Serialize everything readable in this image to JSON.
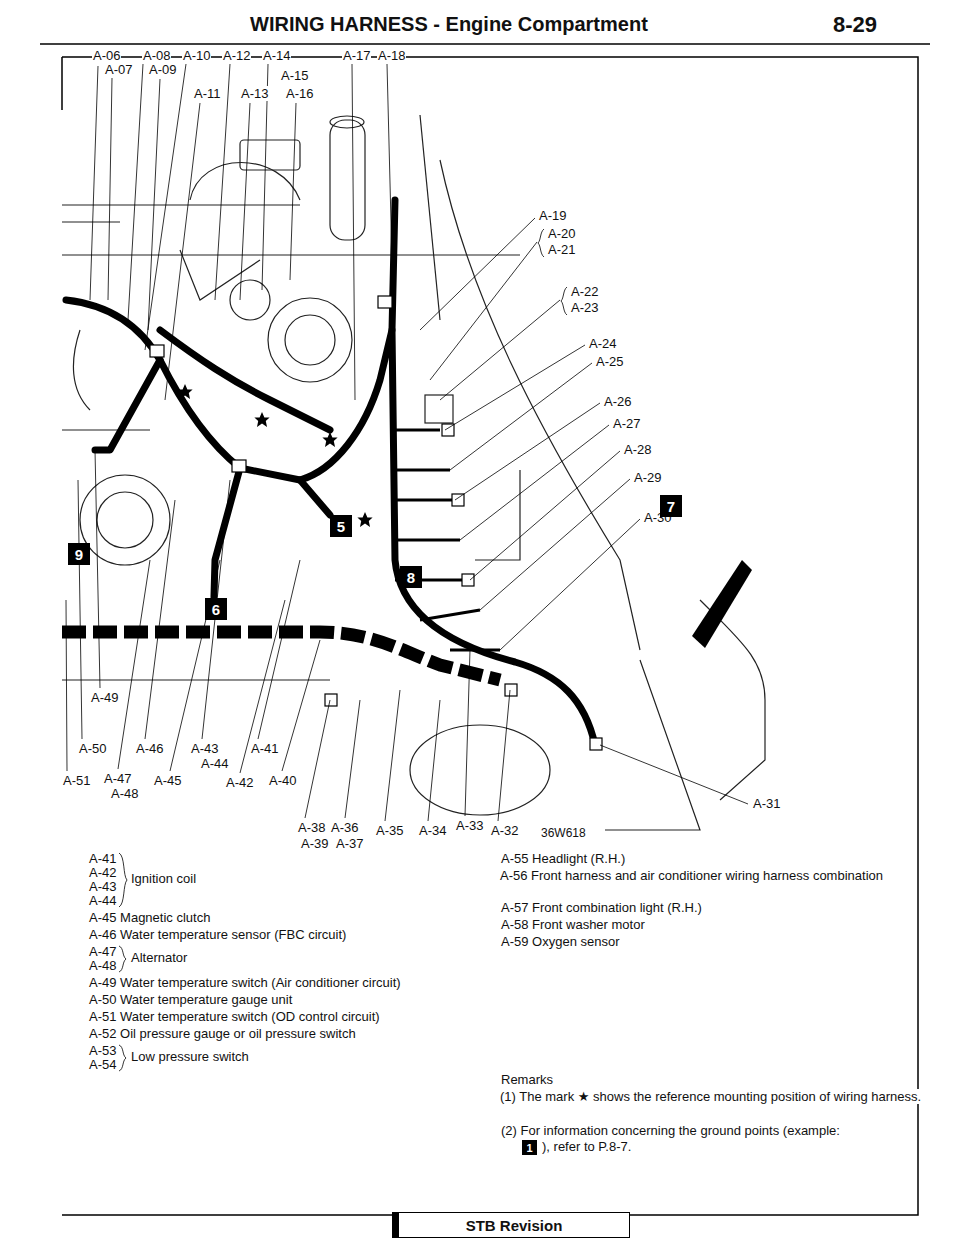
{
  "diagram": {
    "title": "WIRING HARNESS - Engine Compartment",
    "nodes": [
      {
        "text": [
          "7"
        ]
      },
      {
        "text": [
          "5"
        ]
      },
      {
        "text": [
          "9"
        ]
      },
      {
        "text": [
          "8"
        ]
      },
      {
        "text": [
          "6"
        ]
      },
      {
        "text": [
          "1"
        ]
      },
      {
        "text": [
          "STB Revision"
        ]
      }
    ],
    "labels": [
      "8-29",
      "A-06",
      "A-07",
      "A-08",
      "A-09",
      "A-10",
      "A-12",
      "A-14",
      "A-17",
      "A-18",
      "A-15",
      "A-11",
      "A-13",
      "A-16",
      "A-19",
      "A-20",
      "A-21",
      "A-22",
      "A-23",
      "A-24",
      "A-25",
      "A-26",
      "A-27",
      "A-28",
      "A-29",
      "A-30",
      "A-31",
      "A-49",
      "A-50",
      "A-46",
      "A-43",
      "A-41",
      "A-44",
      "A-51",
      "A-47",
      "A-45",
      "A-42",
      "A-40",
      "A-48",
      "A-38",
      "A-36",
      "A-39",
      "A-37",
      "A-35",
      "A-34",
      "A-33",
      "A-32",
      "36W618",
      "A-41",
      "A-42",
      "A-43",
      "A-44",
      "Ignition coil",
      "A-45 Magnetic clutch",
      "A-46 Water temperature sensor (FBC circuit)",
      "A-47",
      "A-48",
      "Alternator",
      "A-49 Water temperature switch (Air conditioner circuit)",
      "A-50 Water temperature gauge unit",
      "A-51 Water temperature switch (OD control circuit)",
      "A-52 Oil pressure gauge or oil pressure switch",
      "A-53",
      "A-54",
      "Low pressure switch",
      "A-55 Headlight (R.H.)",
      "A-56 Front harness and air conditioner wiring harness combination",
      "A-57 Front combination light (R.H.)",
      "A-58 Front washer motor",
      "A-59 Oxygen sensor",
      "Remarks",
      "(1) The mark ★ shows the reference mounting position of wiring harness.",
      "(2) For information concerning the ground points (example:",
      "), refer to P.8-7."
    ]
  }
}
